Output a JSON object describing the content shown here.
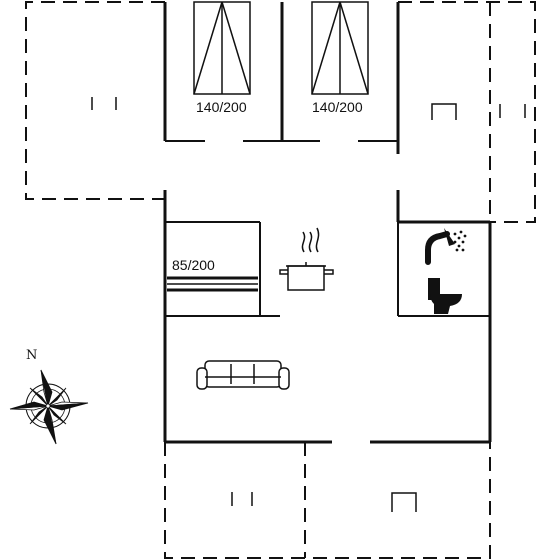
{
  "floorplan": {
    "beds": [
      {
        "size_label": "140/200"
      },
      {
        "size_label": "140/200"
      },
      {
        "size_label": "85/200"
      }
    ],
    "compass": {
      "north_label": "N"
    },
    "icons": [
      "double-bed-icon",
      "double-bed-icon",
      "single-bed-icon",
      "cooking-pot-icon",
      "shower-icon",
      "toilet-icon",
      "sofa-icon",
      "compass-rose-icon",
      "terrace-chair-icon",
      "window-marker-icon"
    ],
    "colors": {
      "walls": "#111111",
      "outline": "#111111",
      "background": "#ffffff"
    }
  }
}
